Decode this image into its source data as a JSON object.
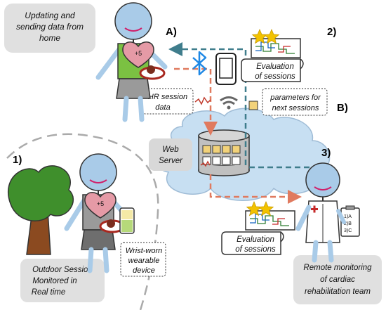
{
  "captions": {
    "home_title_line1": "Updating and",
    "home_title_line2": "sending data from",
    "home_title_line3": "home",
    "outdoor_line1": "Outdoor Session",
    "outdoor_line2": "Monitored in",
    "outdoor_line3": "Real time",
    "remote_line1": "Remote monitoring",
    "remote_line2": "of cardiac",
    "remote_line3": "rehabilitation team",
    "web_server_line1": "Web",
    "web_server_line2": "Server"
  },
  "step_markers": {
    "a": "A)",
    "b": "B)",
    "one": "1)",
    "two": "2)",
    "three": "3)"
  },
  "notes": {
    "hr_session_line1": "HR session",
    "hr_session_line2": "data",
    "parameters_line1": "parameters for",
    "parameters_line2": "next sessions",
    "wearable_line1": "Wrist-worn",
    "wearable_line2": "wearable",
    "wearable_line3": "device",
    "evaluation_top_line1": "Evaluation",
    "evaluation_top_line2": "of sessions",
    "evaluation_bottom_line1": "Evaluation",
    "evaluation_bottom_line2": "of sessions"
  },
  "device_labels": {
    "heart_top": "+5",
    "heart_bottom": "+5",
    "clipboard_1": "1)A",
    "clipboard_2": "2)B",
    "clipboard_3": "3)C"
  },
  "icons": [
    "bluetooth-icon",
    "wifi-icon",
    "smartphone-icon",
    "database-icon",
    "cloud-icon",
    "star-icon",
    "tree-icon",
    "heart-icon",
    "clipboard-icon",
    "wristband-icon"
  ],
  "colors": {
    "data_flow": "#e07a5f",
    "feedback_flow": "#3f7d8c",
    "bluetooth": "#1e88e5",
    "cloud_fill": "#c7dff2",
    "figure_skin": "#a9cbe8",
    "heart": "#e59aa6",
    "star": "#f2c200",
    "shirt_green": "#7bc142",
    "caption_box": "#e0e0e0"
  }
}
